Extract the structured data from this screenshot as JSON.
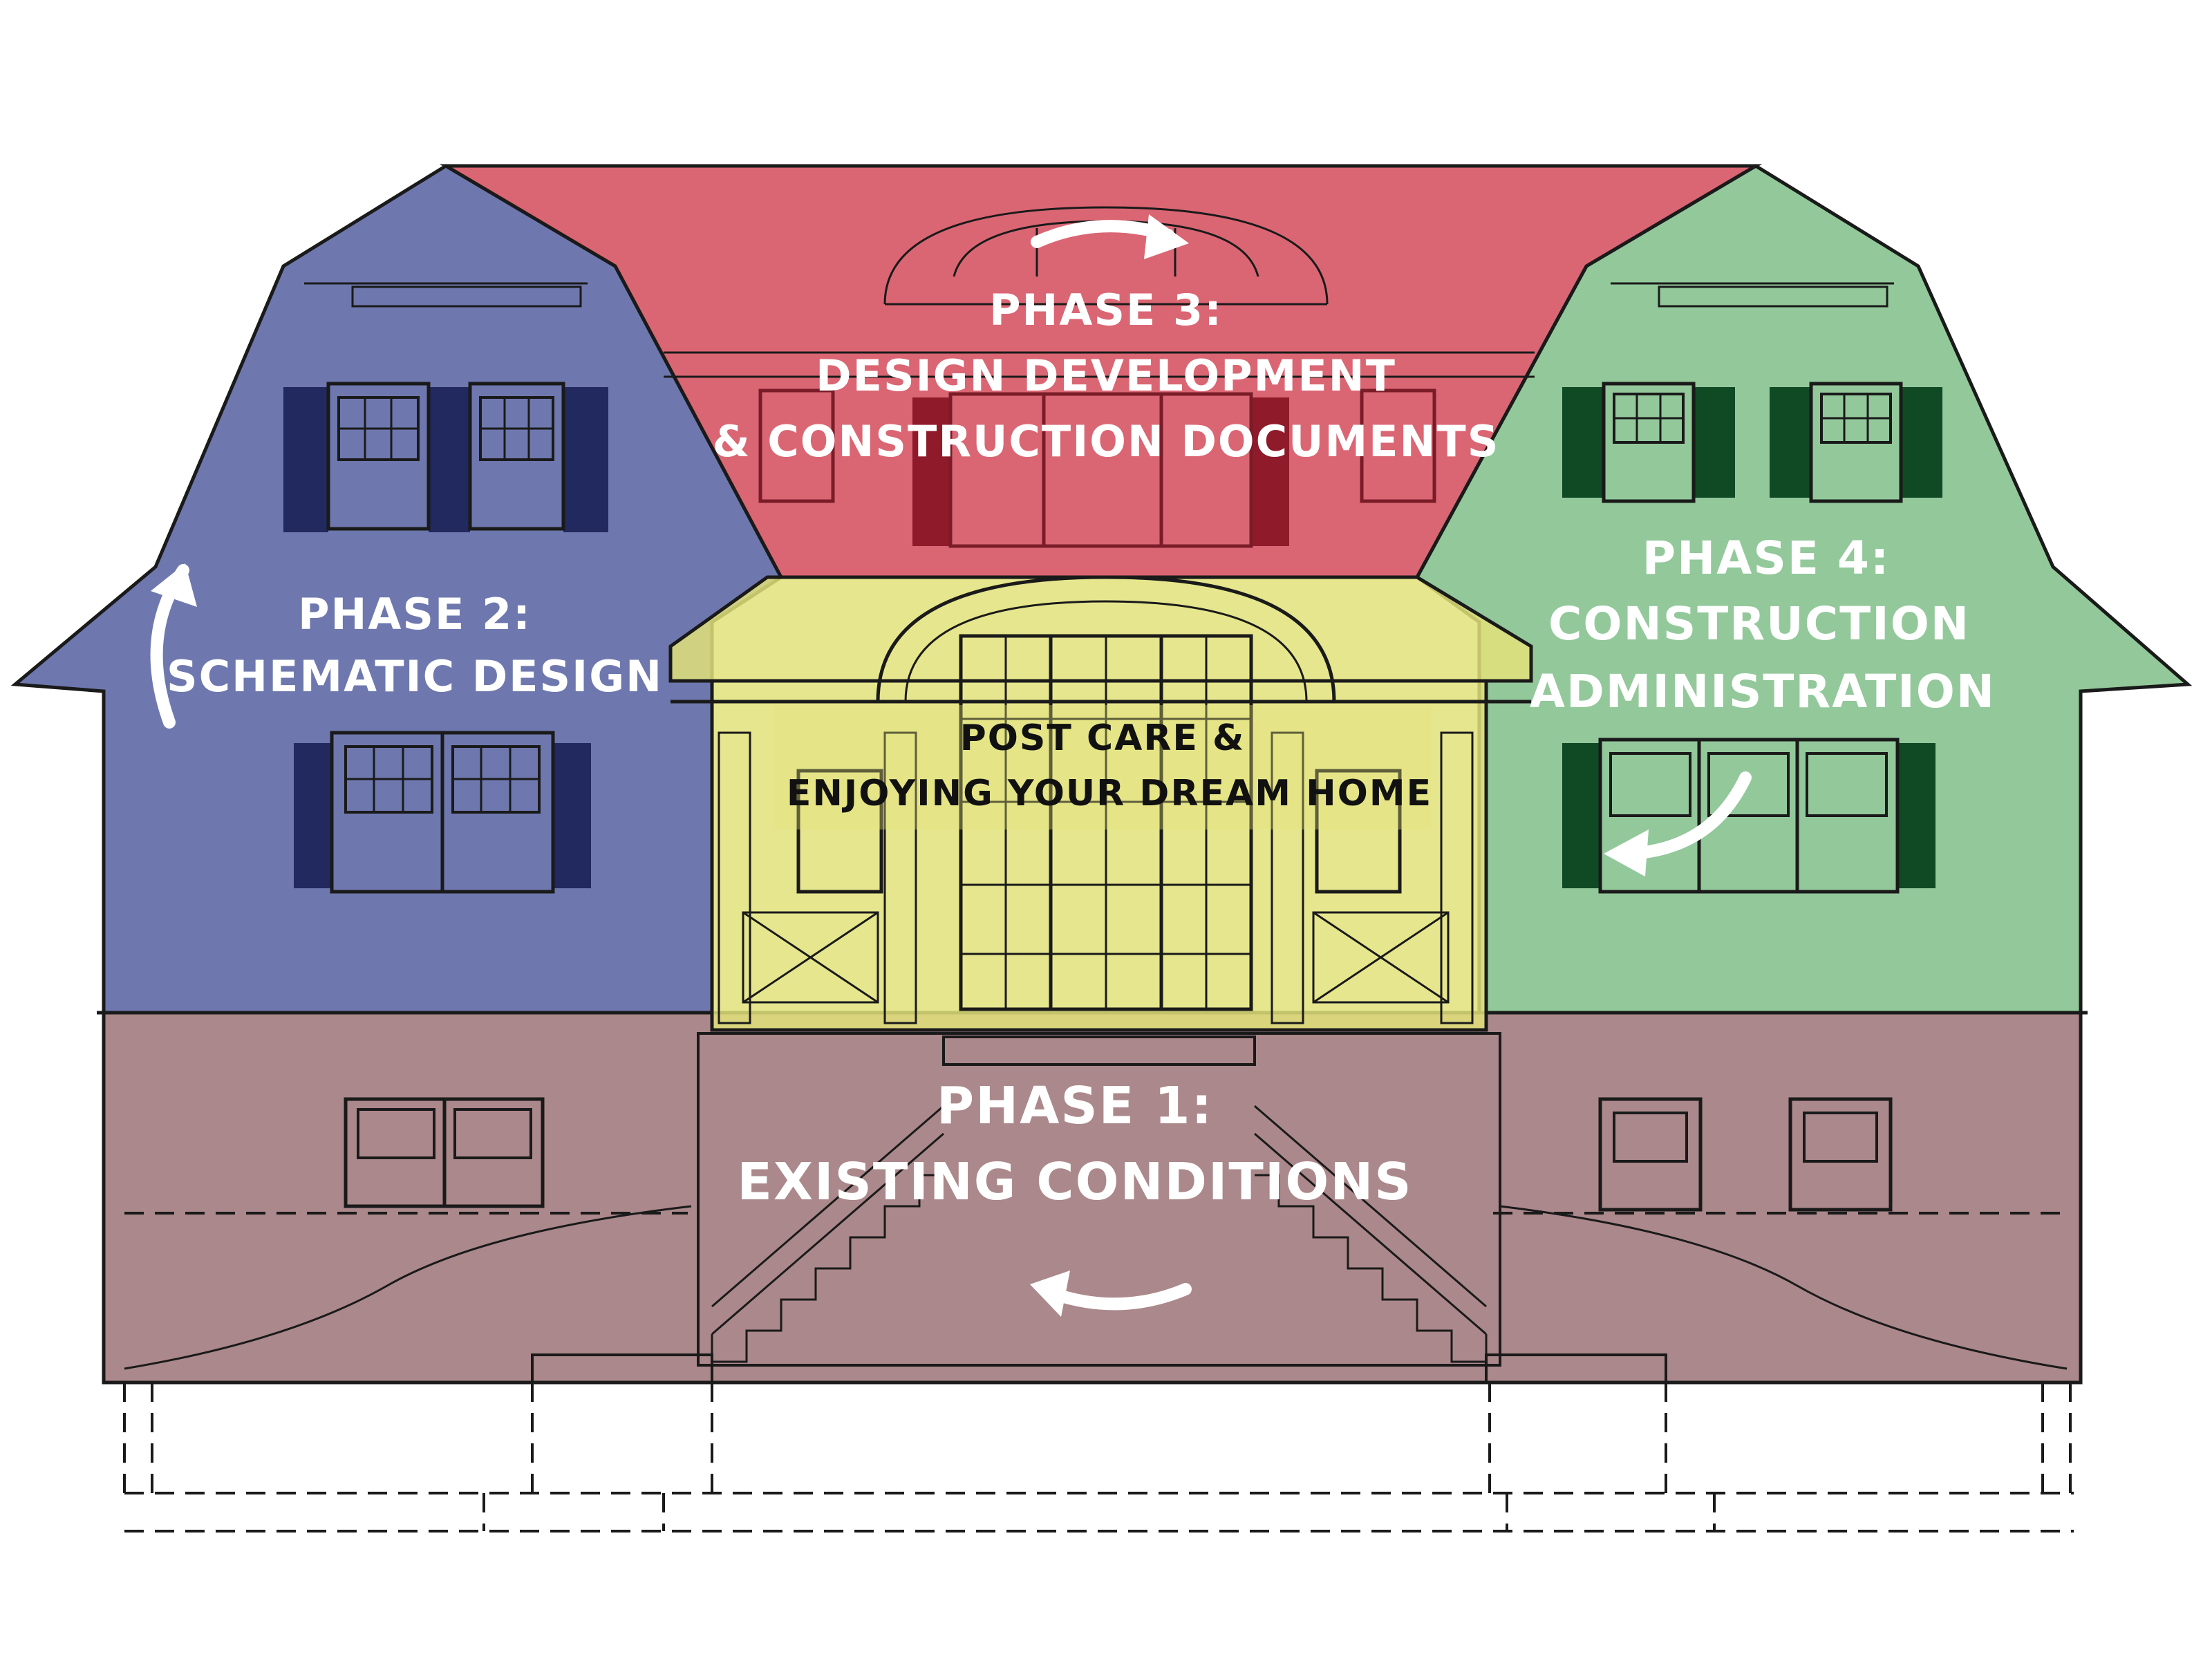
{
  "phases": {
    "phase1": {
      "title": "PHASE 1:",
      "subtitle": "EXISTING CONDITIONS",
      "color": "#8a5a5e"
    },
    "phase2": {
      "title": "PHASE 2:",
      "subtitle": "SCHEMATIC DESIGN",
      "color": "#4e5a9c"
    },
    "phase3": {
      "title": "PHASE 3:",
      "line2": "DESIGN DEVELOPMENT",
      "line3": "& CONSTRUCTION DOCUMENTS",
      "color": "#cf3b4b"
    },
    "phase4": {
      "title": "PHASE 4:",
      "line2": "CONSTRUCTION",
      "line3": "ADMINISTRATION",
      "color": "#6fb57a"
    },
    "post_care": {
      "line1": "POST CARE &",
      "line2": "ENJOYING YOUR DREAM HOME",
      "color": "#e2e27a"
    }
  },
  "cycle_arrows": [
    "arrow-up-icon",
    "arrow-right-icon",
    "arrow-down-left-icon",
    "arrow-left-icon"
  ]
}
